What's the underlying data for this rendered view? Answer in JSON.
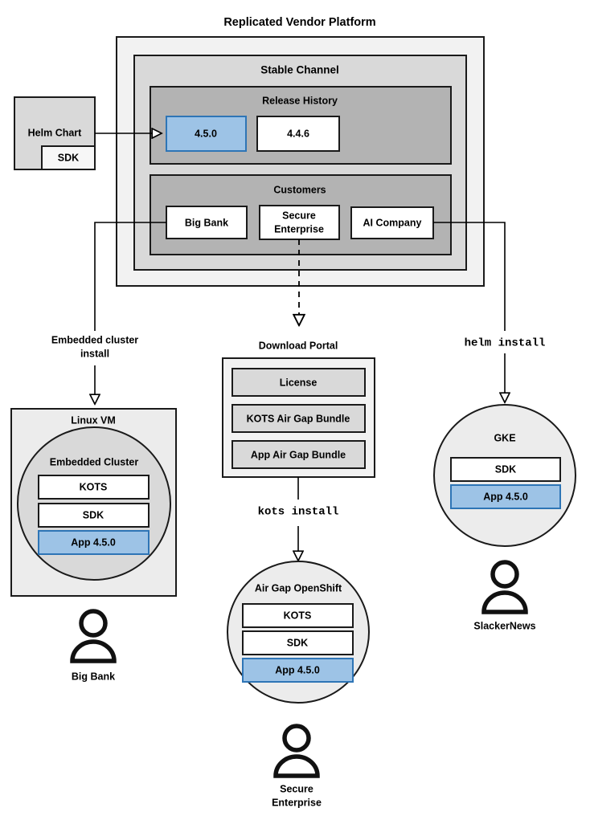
{
  "diagram": {
    "title": "Replicated Vendor Platform",
    "colors": {
      "platform_bg": "#f2f2f2",
      "channel_bg": "#d9d9d9",
      "section_bg": "#b3b3b3",
      "release_active_fill": "#9dc3e6",
      "release_active_stroke": "#2e75b6",
      "release_active_text": "#1f4e79",
      "box_white": "#ffffff",
      "node_bg": "#ececec",
      "cluster_bg": "#d9d9d9",
      "stroke": "#1a1a1a"
    },
    "platform": {
      "label": "Replicated Vendor Platform",
      "channel": {
        "label": "Stable Channel",
        "release_history": {
          "label": "Release History",
          "releases": [
            {
              "version": "4.5.0",
              "state": "active"
            },
            {
              "version": "4.4.6",
              "state": "default"
            }
          ]
        },
        "customers": {
          "label": "Customers",
          "items": [
            {
              "name": "Big Bank"
            },
            {
              "name": "Secure\nEnterprise",
              "line1": "Secure",
              "line2": "Enterprise"
            },
            {
              "name": "AI Company"
            }
          ]
        }
      }
    },
    "helm_chart": {
      "label": "Helm Chart",
      "sdk_label": "SDK"
    },
    "connector_labels": {
      "embedded_cluster_install_line1": "Embedded cluster",
      "embedded_cluster_install_line2": "install",
      "helm_install": "helm install",
      "kots_install": "kots install"
    },
    "download_portal": {
      "label": "Download Portal",
      "artifacts": [
        {
          "label": "License"
        },
        {
          "label": "KOTS Air Gap Bundle"
        },
        {
          "label": "App Air Gap Bundle"
        }
      ]
    },
    "targets": [
      {
        "id": "linux-vm",
        "label": "Linux VM",
        "shape": "rect",
        "inner_label": "Embedded Cluster",
        "components": [
          {
            "label": "KOTS",
            "state": "default"
          },
          {
            "label": "SDK",
            "state": "default"
          },
          {
            "label": "App 4.5.0",
            "state": "active"
          }
        ],
        "customer": "Big Bank"
      },
      {
        "id": "air-gap-openshift",
        "label": "Air Gap OpenShift",
        "shape": "circle",
        "components": [
          {
            "label": "KOTS",
            "state": "default"
          },
          {
            "label": "SDK",
            "state": "default"
          },
          {
            "label": "App 4.5.0",
            "state": "active"
          }
        ],
        "customer_line1": "Secure",
        "customer_line2": "Enterprise"
      },
      {
        "id": "gke",
        "label": "GKE",
        "shape": "circle",
        "components": [
          {
            "label": "SDK",
            "state": "default"
          },
          {
            "label": "App 4.5.0",
            "state": "active"
          }
        ],
        "customer": "SlackerNews"
      }
    ]
  }
}
